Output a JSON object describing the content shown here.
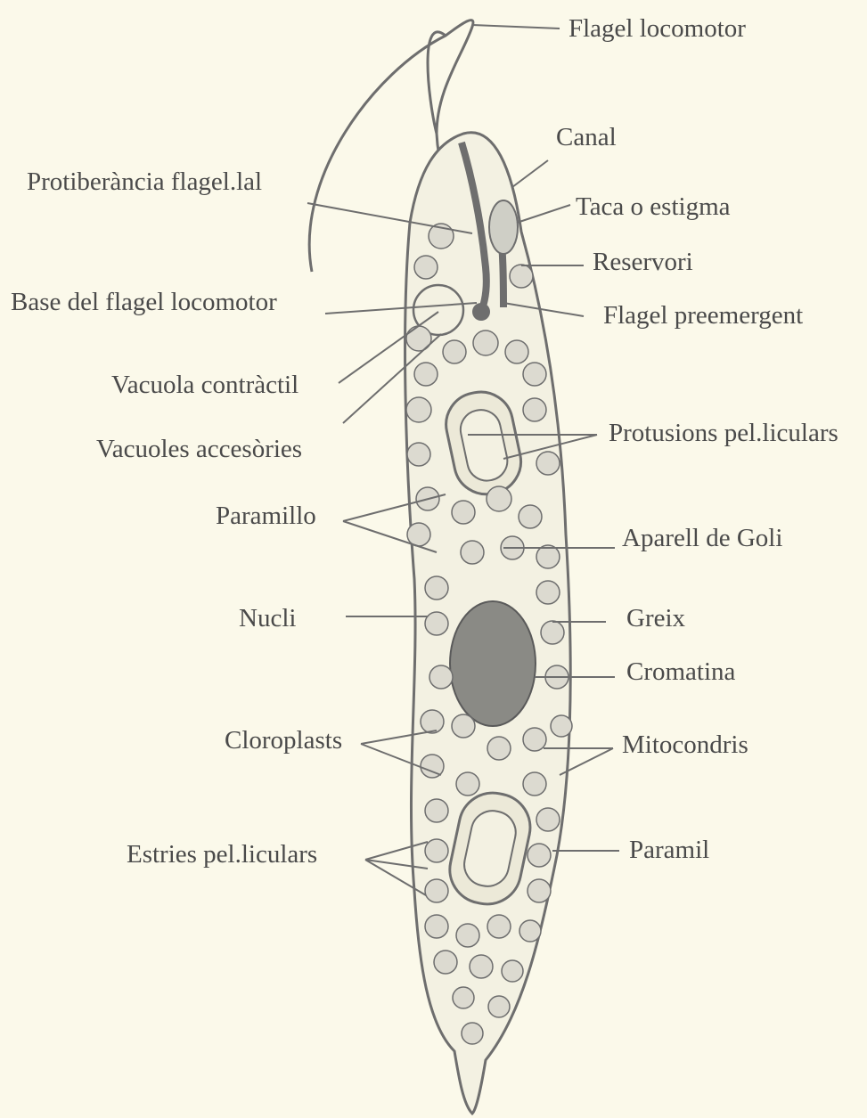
{
  "diagram": {
    "colors": {
      "background": "#fbf9ea",
      "ink": "#6e6e6e",
      "fill": "#d9d9d2"
    },
    "labels": {
      "flagel_locomotor": "Flagel locomotor",
      "canal": "Canal",
      "taca": "Taca o estigma",
      "reservori": "Reservori",
      "flagel_preemergent": "Flagel preemergent",
      "protuberancia": "Protiberància flagel.lal",
      "base_flagel": "Base del flagel locomotor",
      "vacuola_contractil": "Vacuola contràctil",
      "vacuoles_accesories": "Vacuoles accesòries",
      "protusions": "Protusions pel.liculars",
      "paramillo": "Paramillo",
      "aparell_goli": "Aparell de Goli",
      "nucli": "Nucli",
      "greix": "Greix",
      "cromatina": "Cromatina",
      "cloroplasts": "Cloroplasts",
      "mitocondris": "Mitocondris",
      "estries": "Estries pel.liculars",
      "paramil": "Paramil"
    }
  }
}
